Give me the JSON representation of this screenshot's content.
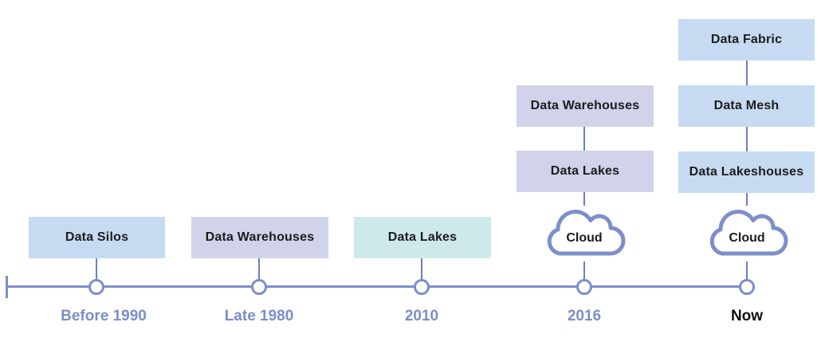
{
  "columns": [
    {
      "year": "Before 1990",
      "boxes": [
        {
          "label": "Data Silos"
        }
      ]
    },
    {
      "year": "Late 1980",
      "boxes": [
        {
          "label": "Data Warehouses"
        }
      ]
    },
    {
      "year": "2010",
      "boxes": [
        {
          "label": "Data Lakes"
        }
      ]
    },
    {
      "year": "2016",
      "boxes": [
        {
          "label": "Data Warehouses"
        },
        {
          "label": "Data Lakes"
        }
      ],
      "cloud_label": "Cloud"
    },
    {
      "year": "Now",
      "boxes": [
        {
          "label": "Data Fabric"
        },
        {
          "label": "Data Mesh"
        },
        {
          "label": "Data Lakeshouses"
        }
      ],
      "cloud_label": "Cloud"
    }
  ],
  "colors": {
    "light_blue": "#c6dbf1",
    "lavender": "#d0d3e9",
    "teal": "#cee9ea",
    "periwinkle": "#7d8fc9",
    "connector": "#6d7ec0",
    "label_text": "#7b8ec9",
    "now_label_text": "#0e0e10",
    "box_text": "#1c1c1e"
  }
}
